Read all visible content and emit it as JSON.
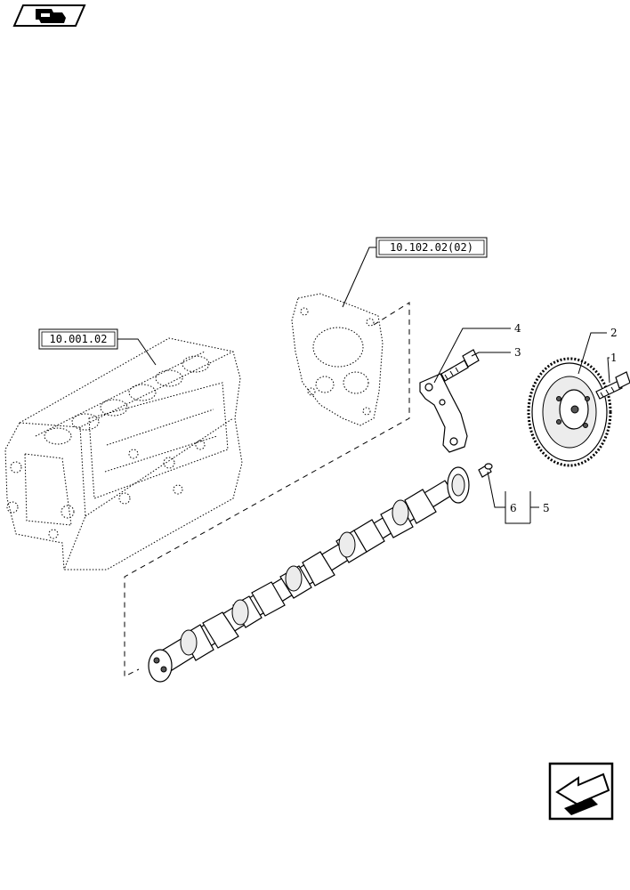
{
  "refs": {
    "block_ref": "10.001.02",
    "cover_ref": "10.102.02(02)"
  },
  "callouts": [
    "1",
    "2",
    "3",
    "4",
    "5",
    "6"
  ],
  "icons": {
    "top_left": "book-icon",
    "bottom_right": "next-arrow-icon"
  }
}
